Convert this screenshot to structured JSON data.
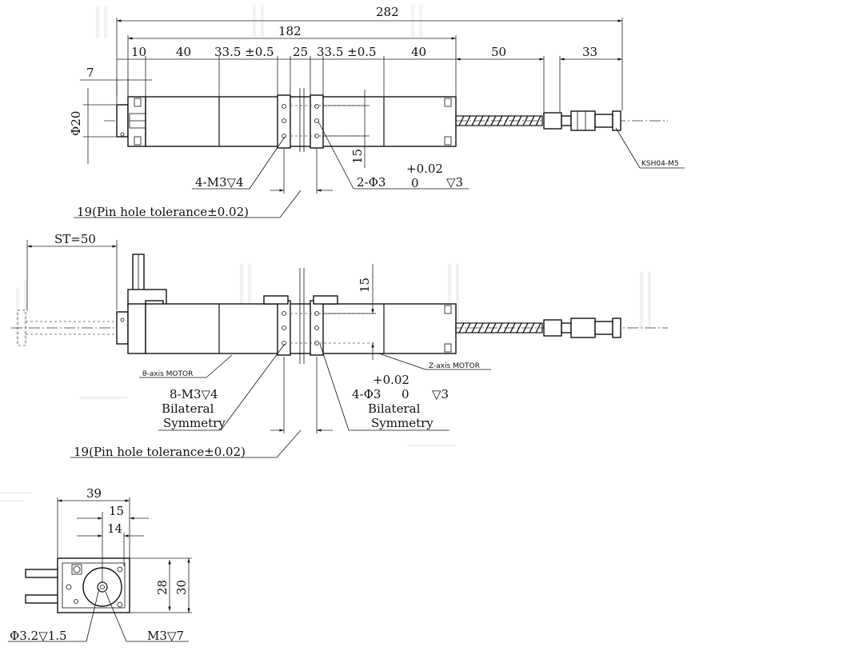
{
  "top_view": {
    "overall": "282",
    "body_length": "182",
    "seg_10": "10",
    "seg_40a": "40",
    "seg_335a": "33.5 ±0.5",
    "seg_25": "25",
    "seg_335b": "33.5 ±0.5",
    "seg_40b": "40",
    "seg_50": "50",
    "seg_33": "33",
    "dim_7": "7",
    "dim_dia20": "Φ20",
    "dim_15": "15",
    "tol_plus": "+0.02",
    "tol_zero": "0",
    "hole_4m3": "4-M3▽4",
    "hole_2dia3": "2-Φ3",
    "hole_depth": "▽3",
    "pin_note": "19(Pin hole tolerance±0.02)",
    "fitting": "KSH04-M5"
  },
  "side_view": {
    "stroke": "ST=50",
    "dim_15": "15",
    "theta_motor": "θ-axis MOTOR",
    "z_motor": "Z-axis MOTOR",
    "hole_8m3": "8-M3▽4",
    "bilateral_a": "Bilateral",
    "symmetry_a": "Symmetry",
    "tol_plus": "+0.02",
    "hole_4dia3": "4-Φ3",
    "tol_zero": "0",
    "hole_depth": "▽3",
    "bilateral_b": "Bilateral",
    "symmetry_b": "Symmetry",
    "pin_note": "19(Pin hole tolerance±0.02)"
  },
  "end_view": {
    "dim_39": "39",
    "dim_15": "15",
    "dim_14": "14",
    "dim_28": "28",
    "dim_30": "30",
    "hole_dia32": "Φ3.2▽1.5",
    "hole_m3": "M3▽7"
  }
}
